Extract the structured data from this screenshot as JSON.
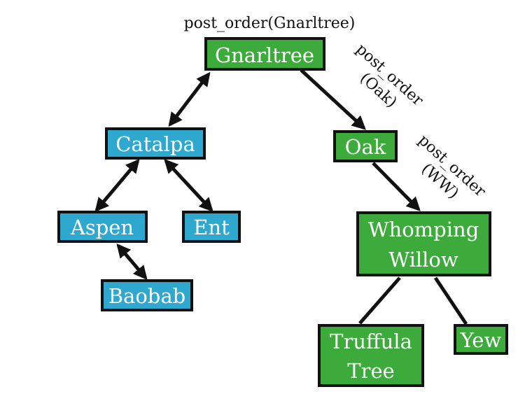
{
  "nodes": {
    "gnarltree": {
      "label": "Gnarltree",
      "color": "#3cab3c"
    },
    "catalpa": {
      "label": "Catalpa",
      "color": "#2fa8cf"
    },
    "oak": {
      "label": "Oak",
      "color": "#3cab3c"
    },
    "aspen": {
      "label": "Aspen",
      "color": "#2fa8cf"
    },
    "ent": {
      "label": "Ent",
      "color": "#2fa8cf"
    },
    "baobab": {
      "label": "Baobab",
      "color": "#2fa8cf"
    },
    "whomping_willow": {
      "line1": "Whomping",
      "line2": "Willow",
      "color": "#3cab3c"
    },
    "truffula_tree": {
      "line1": "Truffula",
      "line2": "Tree",
      "color": "#3cab3c"
    },
    "yew": {
      "label": "Yew",
      "color": "#3cab3c"
    }
  },
  "call_labels": {
    "root_call": "post_order(Gnarltree)",
    "oak_call_line1": "post_order",
    "oak_call_line2": "(Oak)",
    "ww_call_line1": "post_order",
    "ww_call_line2": "(WW)"
  },
  "colors": {
    "visited": "#2fa8cf",
    "active": "#3cab3c",
    "border": "#111111"
  }
}
